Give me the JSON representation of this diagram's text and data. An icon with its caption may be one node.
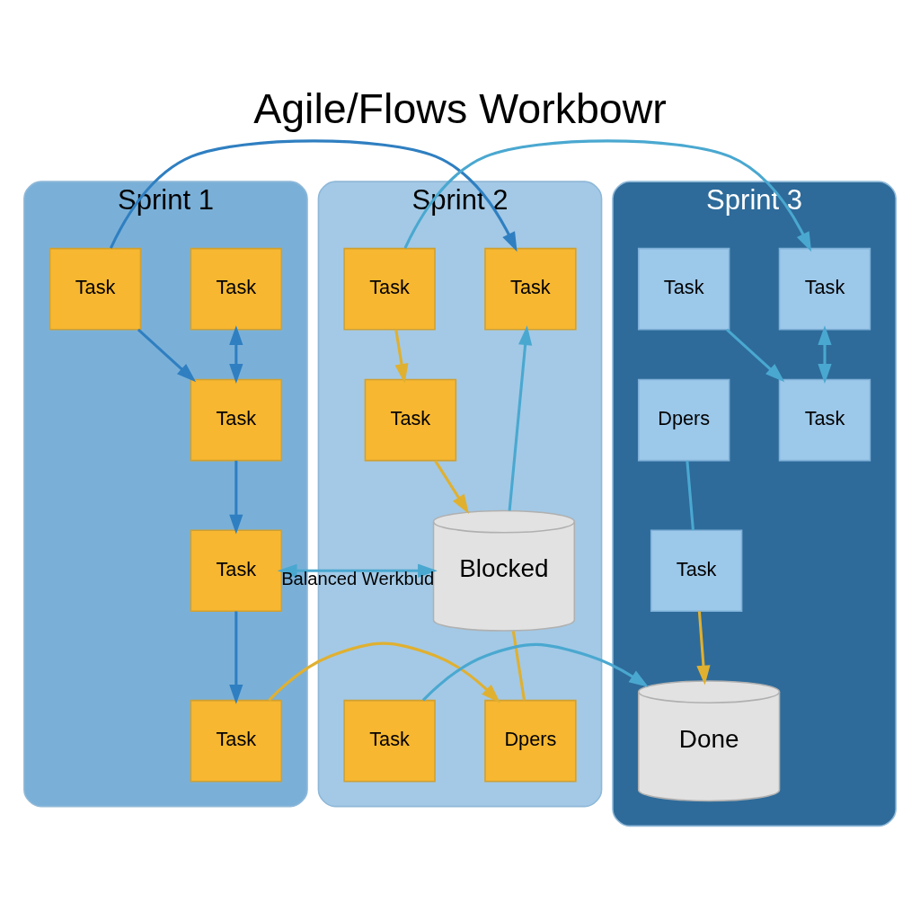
{
  "diagram": {
    "title": "Agile/Flows Workbowr",
    "nodes": [
      {
        "text": [
          "Sprint 1"
        ]
      },
      {
        "text": [
          "Task"
        ],
        "in": 0
      },
      {
        "text": [
          "Task"
        ],
        "in": 0
      },
      {
        "text": [
          "Task"
        ],
        "in": 0
      },
      {
        "text": [
          "Task"
        ],
        "in": 0
      },
      {
        "text": [
          "Task"
        ],
        "in": 0
      },
      {
        "text": [
          "Sprint 2"
        ]
      },
      {
        "text": [
          "Task"
        ],
        "in": 6
      },
      {
        "text": [
          "Task"
        ],
        "in": 6
      },
      {
        "text": [
          "Task"
        ],
        "in": 6
      },
      {
        "text": [
          "Blocked"
        ],
        "in": 6
      },
      {
        "text": [
          "Dpers"
        ],
        "in": 6
      },
      {
        "text": [
          "Task"
        ],
        "in": 6
      },
      {
        "text": [
          "Sprint 3"
        ]
      },
      {
        "text": [
          "Task"
        ],
        "in": 13
      },
      {
        "text": [
          "Task"
        ],
        "in": 13
      },
      {
        "text": [
          "Task"
        ],
        "in": 13
      },
      {
        "text": [
          "Dpers"
        ],
        "in": 13
      },
      {
        "text": [
          "Task"
        ],
        "in": 13
      },
      {
        "text": [
          "Done"
        ],
        "in": 13
      }
    ],
    "edges": [
      {
        "from": 2,
        "to": 7,
        "arrow": "to",
        "color": "#2f7fc1"
      },
      {
        "from": 2,
        "to": 3,
        "arrow": "to",
        "color": "#2f7fc1"
      },
      {
        "from": 1,
        "to": 3,
        "arrow": "both",
        "color": "#2f7fc1"
      },
      {
        "from": 3,
        "to": 4,
        "arrow": "to",
        "color": "#2f7fc1"
      },
      {
        "from": 4,
        "to": 5,
        "arrow": "to",
        "color": "#2f7fc1"
      },
      {
        "from": 5,
        "to": 11,
        "arrow": "to",
        "color": "#e0b030"
      },
      {
        "from": 4,
        "to": 10,
        "arrow": "both",
        "label": "Balanced Werkbud"
      },
      {
        "from": 10,
        "to": 7,
        "arrow": "to"
      },
      {
        "from": 8,
        "to": 9,
        "arrow": "to",
        "color": "#e0b030"
      },
      {
        "from": 9,
        "to": 10,
        "arrow": "to",
        "color": "#e0b030"
      },
      {
        "from": 10,
        "to": 11,
        "arrow": "none",
        "color": "#e0b030"
      },
      {
        "from": 8,
        "to": 14,
        "arrow": "to"
      },
      {
        "from": 12,
        "to": 19,
        "arrow": "to"
      },
      {
        "from": 15,
        "to": 16,
        "arrow": "to"
      },
      {
        "from": 14,
        "to": 16,
        "arrow": "both"
      },
      {
        "from": 18,
        "to": 17,
        "arrow": "none"
      },
      {
        "from": 18,
        "to": 19,
        "arrow": "to",
        "color": "#e0b030"
      }
    ]
  }
}
